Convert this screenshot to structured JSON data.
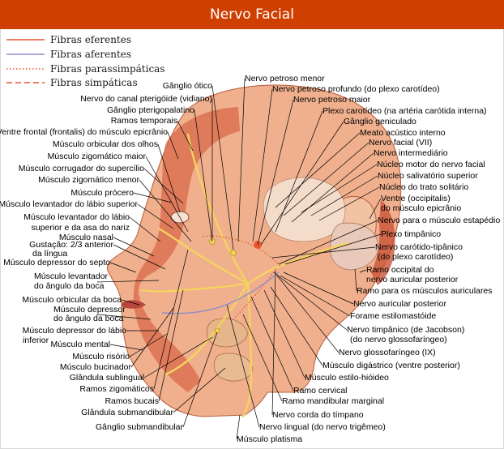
{
  "title": "Nervo Facial",
  "legend": [
    {
      "label": "Fibras eferentes",
      "color": "#e8552e",
      "style": "solid"
    },
    {
      "label": "Fibras aferentes",
      "color": "#8c8ccc",
      "style": "solid"
    },
    {
      "label": "Fibras parassimpáticas",
      "color": "#e8552e",
      "style": "dotted"
    },
    {
      "label": "Fibras simpáticas",
      "color": "#e8552e",
      "style": "dashed"
    }
  ],
  "colors": {
    "header": "#cf3f00",
    "muscle": "#e07a55",
    "skin": "#f4c9a8",
    "leader": "#000000"
  },
  "left_labels": [
    "Gânglio ótico",
    "Nervo do canal pterigóide (vidiano)",
    "Gânglio pterigopalatino",
    "Ramos temporais",
    "Ventre frontal (frontalis) do músculo epicrânio",
    "Músculo orbicular dos olhos",
    "Músculo zigomático maior",
    "Músculo corrugador do supercílio",
    "Músculo zigomático menor",
    "Músculo prócero",
    "Músculo levantador do lábio superior",
    "Músculo levantador do lábio",
    "superior e da asa do nariz",
    "Músculo nasal",
    "Gustação: 2/3 anterior",
    "da língua",
    "Músculo depressor do septo",
    "Músculo levantador",
    "do ângulo da boca",
    "Músculo orbicular da boca",
    "Músculo depressor",
    "do ângulo da boca",
    "Músculo depressor do lábio",
    "inferior",
    "Músculo mental",
    "Músculo risório",
    "Músculo bucinador",
    "Glândula sublingual",
    "Ramos zigomáticos",
    "Ramos bucais",
    "Glândula submandibular",
    "Gânglio submandibular"
  ],
  "right_labels": [
    "Nervo petroso menor",
    "Nervo petroso profundo (do plexo carotídeo)",
    "Nervo petroso maior",
    "Plexo carotídeo (na artéria carótida interna)",
    "Gânglio geniculado",
    "Meato acústico interno",
    "Nervo facial (VII)",
    "Nervo intermediário",
    "Núcleo motor do nervo facial",
    "Núcleo salivatório superior",
    "Núcleo do trato solitário",
    "Ventre (occipitalis)",
    "do músculo epicrânio",
    "Nervo para o músculo estapédio",
    "Plexo timpânico",
    "Nervo carótido-tipânico",
    "(do plexo carotídeo)",
    "Ramo occipital do",
    "nervo auricular posterior",
    "Ramo para os músculos auriculares",
    "Nervo auricular posterior",
    "Forame estilomastóide",
    "Nervo timpânico (de Jacobson)",
    "(do nervo glossofaríngeo)",
    "Nervo glossofaríngeo (IX)",
    "Músculo digástrico (ventre posterior)",
    "Músculo estilo-hióideo",
    "Ramo cervical",
    "Ramo mandibular marginal",
    "Nervo corda do tímpano",
    "Nervo lingual (do nervo trigêmeo)",
    "Músculo platisma"
  ]
}
